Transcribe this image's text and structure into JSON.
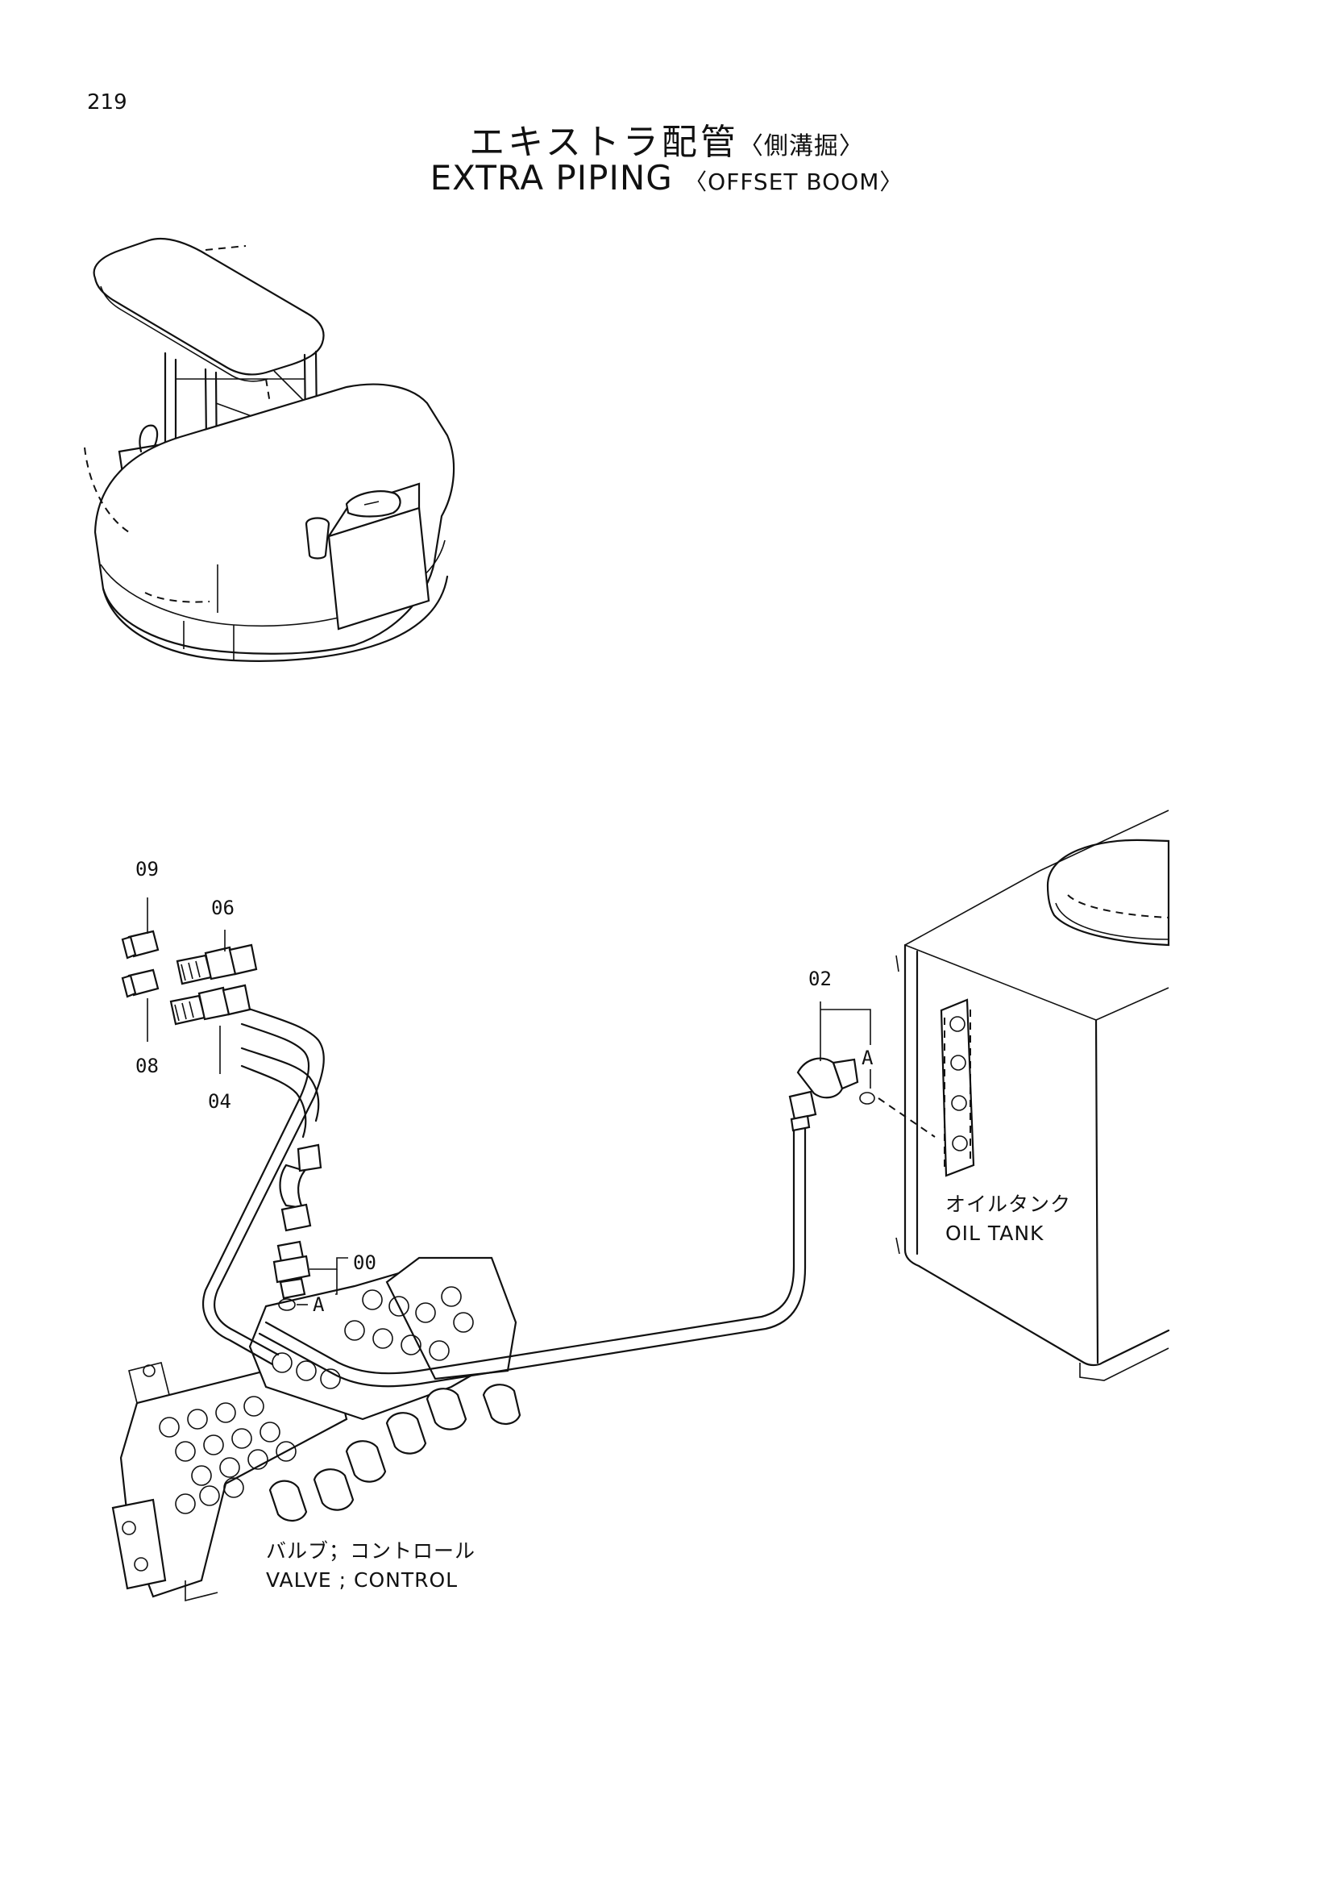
{
  "page_number": "219",
  "title": {
    "jp_main": "エキストラ配管",
    "jp_sub": "〈側溝掘〉",
    "en_main": "EXTRA PIPING",
    "en_sub": "〈OFFSET BOOM〉"
  },
  "callouts": {
    "c09": "09",
    "c06": "06",
    "c08": "08",
    "c04": "04",
    "c02": "02",
    "c00": "00",
    "a_top": "A",
    "a_bottom": "A"
  },
  "labels": {
    "oil_tank_jp": "オイルタンク",
    "oil_tank_en": "OIL TANK",
    "valve_jp": "バルブ；コントロール",
    "valve_en": "VALVE ; CONTROL"
  }
}
